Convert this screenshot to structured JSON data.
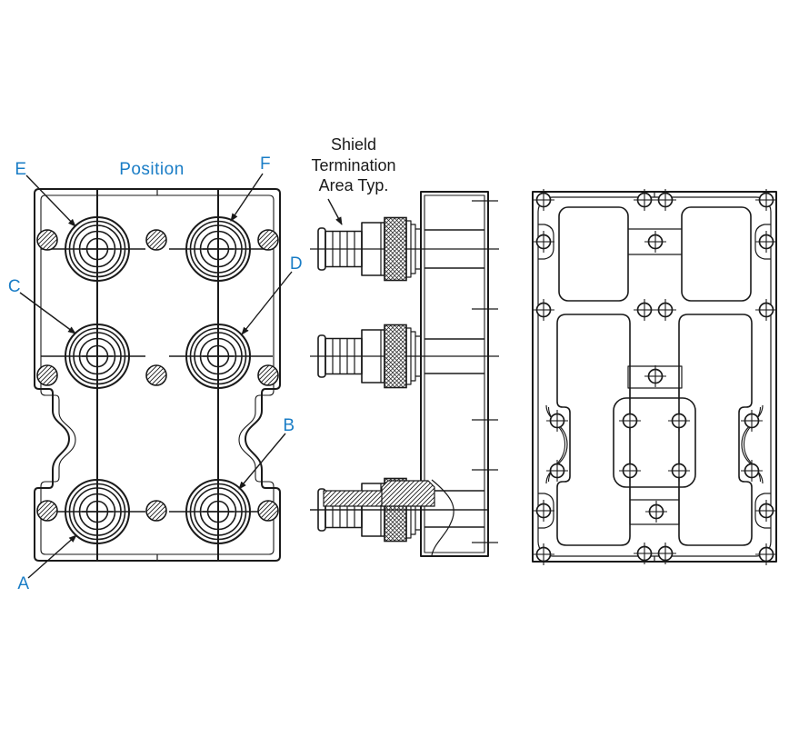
{
  "colors": {
    "line": "#1a1a1a",
    "label_blue": "#1a7dc6",
    "background": "#ffffff"
  },
  "front_view": {
    "title": "Position",
    "position_labels": {
      "a": "A",
      "b": "B",
      "c": "C",
      "d": "D",
      "e": "E",
      "f": "F"
    }
  },
  "side_view": {
    "annotation": {
      "line1": "Shield",
      "line2": "Termination",
      "line3": "Area Typ."
    }
  }
}
